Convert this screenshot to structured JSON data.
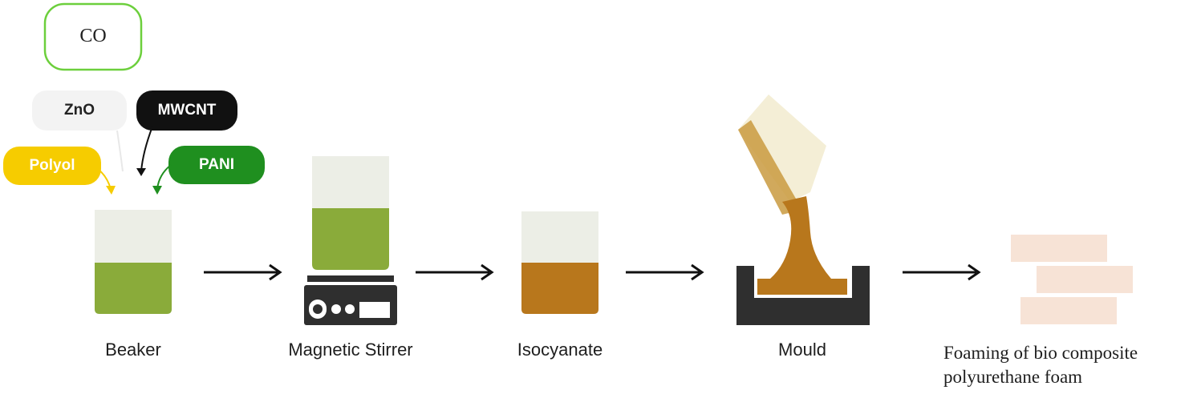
{
  "inputs": {
    "co": "CO",
    "zno": "ZnO",
    "mwcnt": "MWCNT",
    "polyol": "Polyol",
    "pani": "PANI"
  },
  "steps": {
    "beaker": "Beaker",
    "stirrer": "Magnetic Stirrer",
    "isocyanate": "Isocyanate",
    "mould": "Mould",
    "foam_line1": "Foaming of bio composite",
    "foam_line2": "polyurethane foam"
  },
  "colors": {
    "green_liquid": "#8aab3a",
    "brown_liquid": "#b8771c",
    "glass": "#eceee6",
    "polyol": "#f6cc00",
    "pani": "#1f8f1f",
    "mwcnt": "#111111",
    "co_border": "#6ccf3c",
    "foam": "#f7e3d6",
    "dark": "#2f2f2f"
  }
}
